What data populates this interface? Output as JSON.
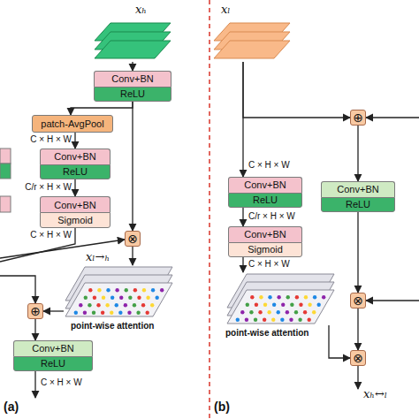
{
  "diagram": {
    "nodes": [
      {
        "text": [
          "xₕ"
        ]
      },
      {
        "text": [
          "Conv+BN",
          "ReLU"
        ]
      },
      {
        "text": [
          "patch-AvgPool"
        ]
      },
      {
        "text": [
          "Conv+BN",
          "ReLU"
        ]
      },
      {
        "text": [
          "Conv+BN",
          "Sigmoid"
        ]
      },
      {
        "text": [
          "⊗"
        ]
      },
      {
        "text": [
          "xₗ→ₕ",
          "point-wise attention"
        ]
      },
      {
        "text": [
          "⊕"
        ]
      },
      {
        "text": [
          "Conv+BN",
          "ReLU"
        ]
      },
      {
        "text": [
          "xₗ"
        ]
      },
      {
        "text": [
          "⊕"
        ]
      },
      {
        "text": [
          "Conv+BN",
          "ReLU"
        ]
      },
      {
        "text": [
          "Conv+BN",
          "ReLU"
        ]
      },
      {
        "text": [
          "Conv+BN",
          "Sigmoid"
        ]
      },
      {
        "text": [
          "point-wise attention"
        ]
      },
      {
        "text": [
          "⊗"
        ]
      },
      {
        "text": [
          "⊗"
        ]
      }
    ],
    "edges": [
      {
        "from": 0,
        "to": 1,
        "arrow": "to"
      },
      {
        "from": 1,
        "to": 2,
        "arrow": "to"
      },
      {
        "from": 1,
        "to": 5,
        "arrow": "to"
      },
      {
        "from": 2,
        "to": 3,
        "arrow": "to"
      },
      {
        "from": 3,
        "to": 4,
        "arrow": "to"
      },
      {
        "from": 5,
        "to": 6,
        "arrow": "to"
      },
      {
        "from": 6,
        "to": 7,
        "arrow": "to"
      },
      {
        "from": 7,
        "to": 8,
        "arrow": "to"
      },
      {
        "from": 9,
        "to": 11,
        "arrow": "to"
      },
      {
        "from": 9,
        "to": 10,
        "arrow": "to"
      },
      {
        "from": 10,
        "to": 12,
        "arrow": "to"
      },
      {
        "from": 11,
        "to": 13,
        "arrow": "to"
      },
      {
        "from": 13,
        "to": 14,
        "arrow": "to"
      },
      {
        "from": 12,
        "to": 15,
        "arrow": "to"
      },
      {
        "from": 15,
        "to": 16,
        "arrow": "to"
      },
      {
        "from": 14,
        "to": 16,
        "arrow": "to"
      }
    ],
    "labels": [
      "C × H × W",
      "C/r × H × W",
      "C × H × W",
      "C × H × W",
      "(a)",
      "C × H × W",
      "C/r × H × W",
      "C × H × W",
      "xₕ↔ₗ",
      "(b)"
    ]
  }
}
